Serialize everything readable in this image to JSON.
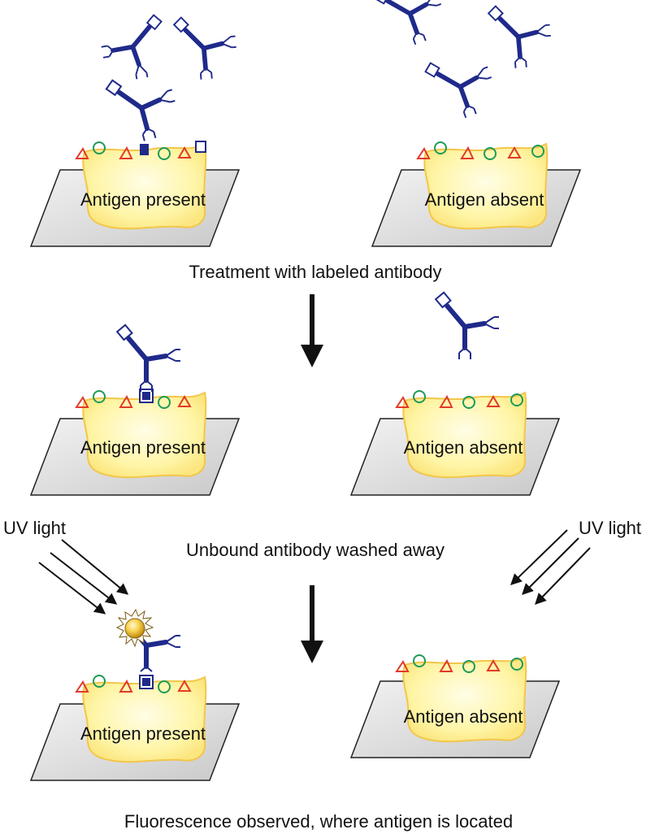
{
  "steps": {
    "treatment": "Treatment with labeled antibody",
    "wash": "Unbound antibody washed away",
    "observe": "Fluorescence observed, where antigen is located"
  },
  "labels": {
    "present": "Antigen present",
    "absent": "Antigen absent",
    "uv_left": "UV light",
    "uv_right": "UV light"
  },
  "colors": {
    "antibody": "#1f2a8a",
    "cell_fill": "#fff7b0",
    "cell_stroke": "#f3c64a",
    "slide_fill": "#dcdcdc",
    "triangle": "#e23a2a",
    "circle": "#1e9a5a",
    "fluorescence": "#f2c230"
  }
}
